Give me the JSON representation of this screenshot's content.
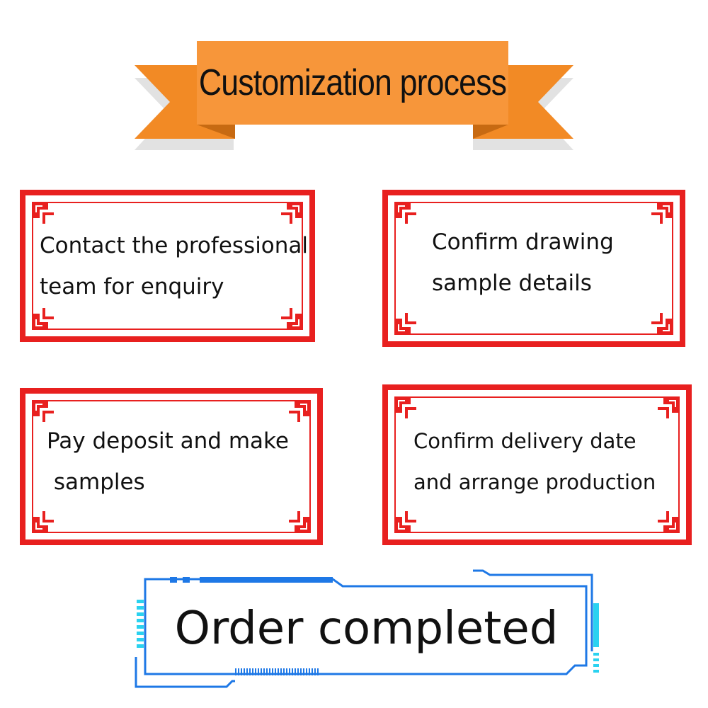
{
  "banner": {
    "title": "Customization process",
    "color": "#f7963a",
    "shadow_color": "#e3e3e3"
  },
  "steps": [
    {
      "lines": [
        "Contact the professional",
        "team for enquiry"
      ]
    },
    {
      "lines": [
        "Confirm drawing",
        "sample details"
      ]
    },
    {
      "lines": [
        "Pay deposit and make",
        " samples"
      ]
    },
    {
      "lines": [
        "Confirm delivery date",
        "and arrange production"
      ]
    }
  ],
  "frame": {
    "border_color": "#e8201f"
  },
  "order": {
    "label": "Order completed",
    "line_color": "#1e78e6",
    "accent_color": "#2ad2f0"
  }
}
